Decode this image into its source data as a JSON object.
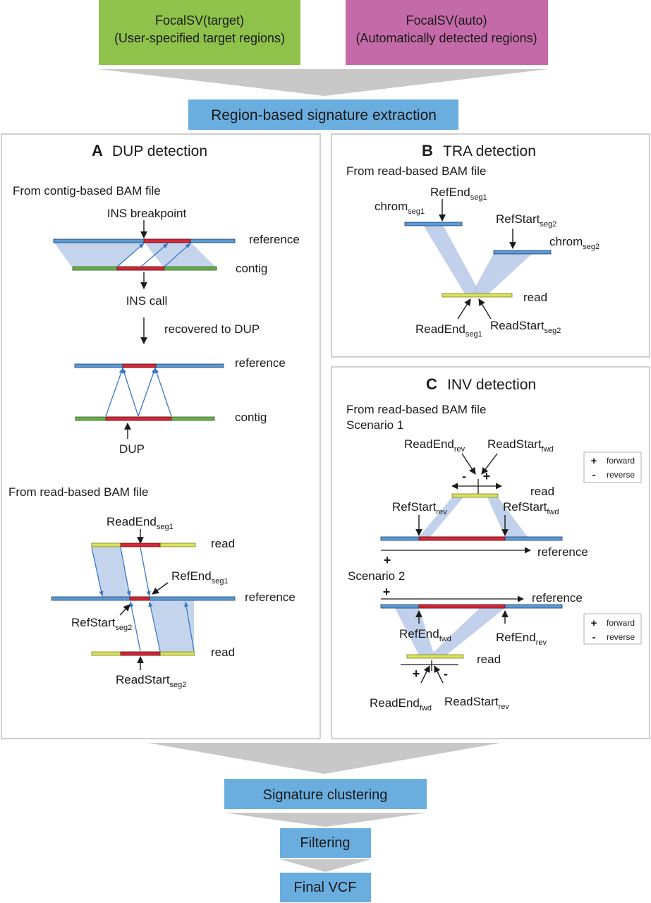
{
  "top": {
    "target_line1": "FocalSV(target)",
    "target_line2": "(User-specified target regions)",
    "auto_line1": "FocalSV(auto)",
    "auto_line2": "(Automatically detected regions)",
    "extraction": "Region-based signature extraction"
  },
  "panel_a": {
    "letter": "A",
    "title": "DUP detection",
    "contig_heading": "From contig-based BAM file",
    "ins_breakpoint": "INS breakpoint",
    "reference": "reference",
    "contig": "contig",
    "ins_call": "INS call",
    "recovered": "recovered to DUP",
    "dup": "DUP",
    "read_heading": "From read-based BAM file",
    "read": "read",
    "readend": "ReadEnd",
    "readstart": "ReadStart",
    "refend": "RefEnd",
    "refstart": "RefStart",
    "sub_seg1": "seg1",
    "sub_seg2": "seg2"
  },
  "panel_b": {
    "letter": "B",
    "title": "TRA detection",
    "heading": "From read-based BAM file",
    "refend": "RefEnd",
    "refstart": "RefStart",
    "chrom": "chrom",
    "read": "read",
    "readend": "ReadEnd",
    "readstart": "ReadStart",
    "sub_seg1": "seg1",
    "sub_seg2": "seg2"
  },
  "panel_c": {
    "letter": "C",
    "title": "INV detection",
    "heading": "From read-based BAM file",
    "scenario1": "Scenario 1",
    "scenario2": "Scenario 2",
    "readend": "ReadEnd",
    "readstart": "ReadStart",
    "refstart": "RefStart",
    "refend": "RefEnd",
    "read": "read",
    "reference": "reference",
    "sub_rev": "rev",
    "sub_fwd": "fwd",
    "plus": "+",
    "minus": "-",
    "legend_forward": "forward",
    "legend_reverse": "reverse"
  },
  "bottom": {
    "clustering": "Signature clustering",
    "filtering": "Filtering",
    "final": "Final VCF"
  },
  "colors": {
    "target_green": "#8fc24a",
    "auto_magenta": "#c56aa8",
    "step_blue": "#6aaee0",
    "ref_blue": "#5b9bd5",
    "red": "#d72638",
    "contig_green": "#6ab04c",
    "read_yellow": "#d9e35a",
    "shade": "#b7c9e8",
    "funnel": "#c8c8c8"
  }
}
